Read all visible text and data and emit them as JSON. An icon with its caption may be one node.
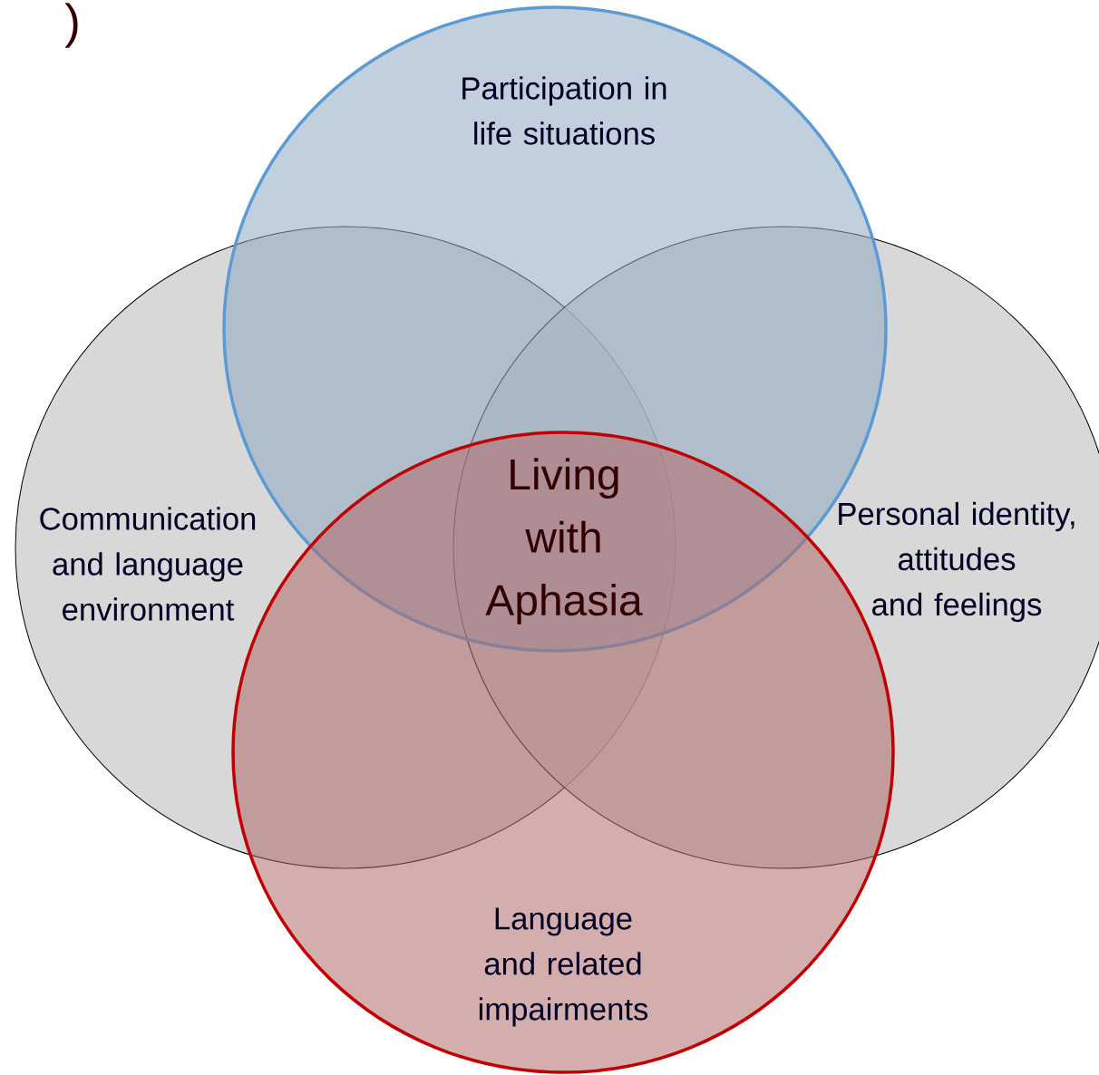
{
  "diagram": {
    "nodes": [
      {
        "text": [
          "Participation in life situations"
        ]
      },
      {
        "text": [
          "Communication and language environment"
        ]
      },
      {
        "text": [
          "Personal identity, attitudes and feelings"
        ]
      },
      {
        "text": [
          "Language and related impairments"
        ]
      }
    ],
    "labels": [
      ")",
      "Living with Aphasia"
    ]
  }
}
